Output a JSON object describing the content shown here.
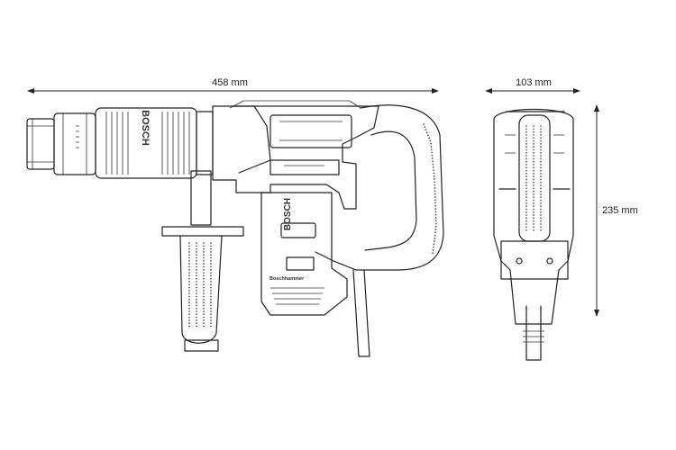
{
  "dimensions": {
    "length": "458 mm",
    "width": "103 mm",
    "height": "235 mm"
  },
  "labels": {
    "brand": "BOSCH",
    "model_plate": "Boschhammer"
  }
}
